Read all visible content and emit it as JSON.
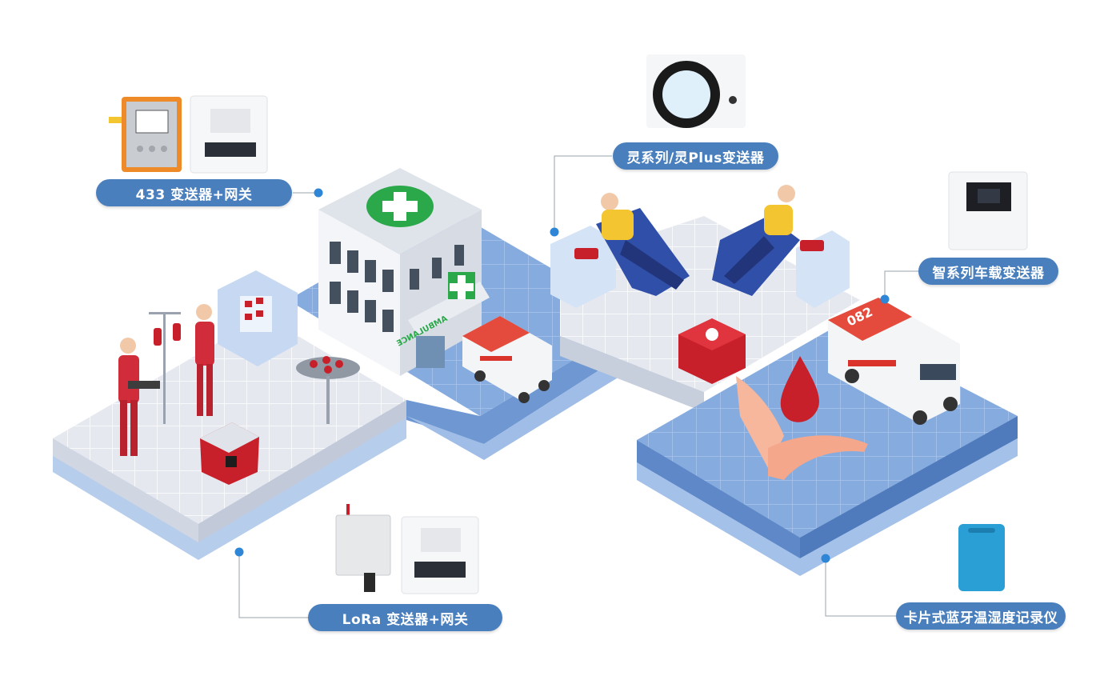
{
  "labels": {
    "p433": "433 变送器+网关",
    "ling": "灵系列/灵Plus变送器",
    "zhi": "智系列车载变送器",
    "lora": "LoRa 变送器+网关",
    "card": "卡片式蓝牙温湿度记录仪"
  },
  "signage": {
    "ambulance_word": "AMBULANCE",
    "ambulance_number": "082"
  },
  "colors": {
    "pill": "#4a7fbd",
    "dot": "#2f86d6",
    "floor_blue": "#7ea6dc",
    "floor_grey": "#e4e7ef",
    "cross_green": "#2aa84a",
    "blood_red": "#c8202a"
  }
}
